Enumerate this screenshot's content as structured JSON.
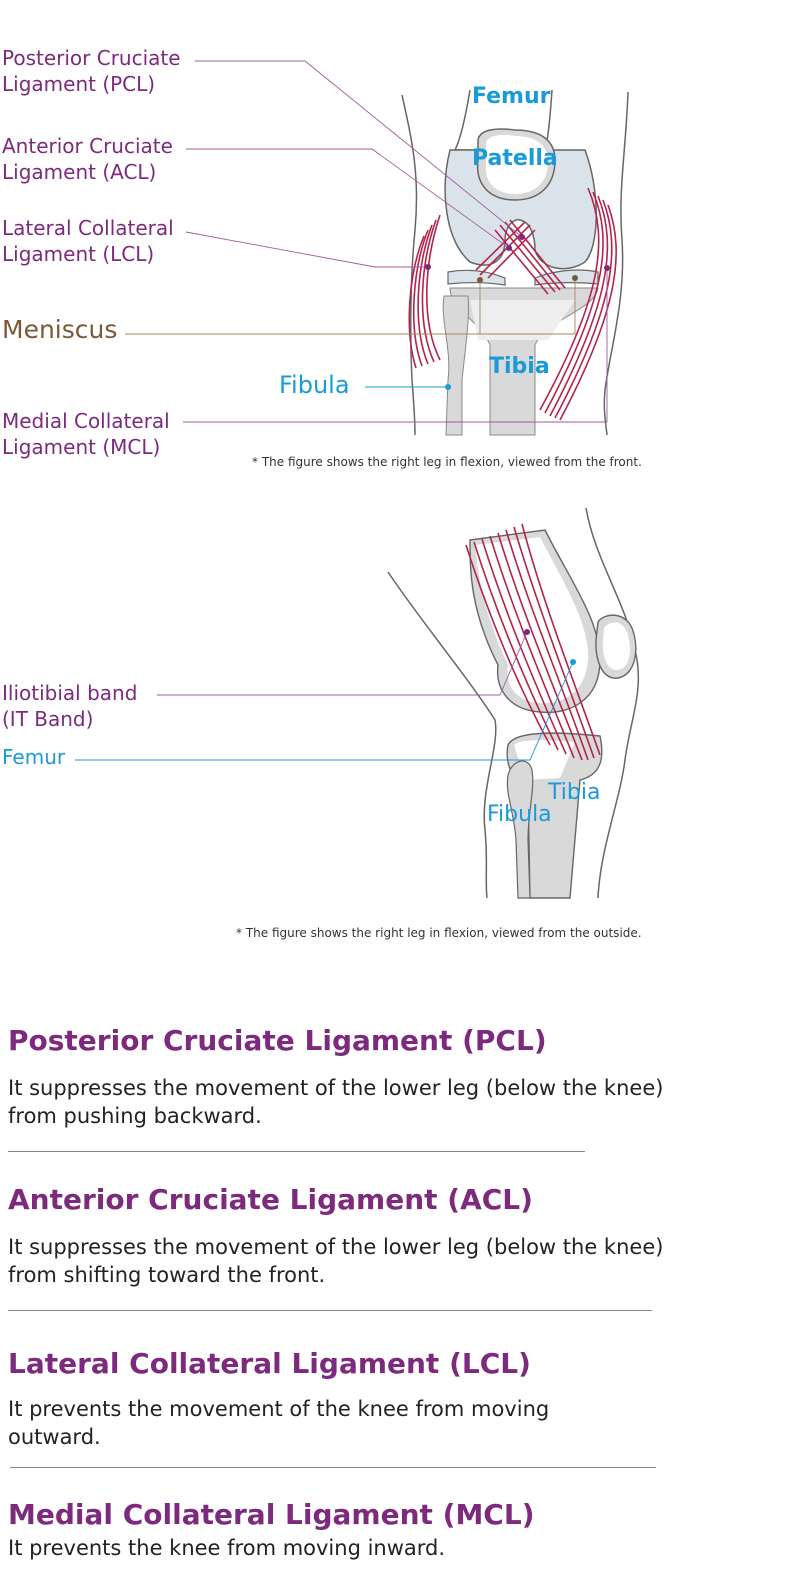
{
  "figure_front": {
    "labels": {
      "pcl_line1": "Posterior Cruciate",
      "pcl_line2": "Ligament (PCL)",
      "acl_line1": "Anterior Cruciate",
      "acl_line2": "Ligament (ACL)",
      "lcl_line1": "Lateral Collateral",
      "lcl_line2": "Ligament (LCL)",
      "meniscus": "Meniscus",
      "fibula": "Fibula",
      "mcl_line1": "Medial Collateral",
      "mcl_line2": "Ligament (MCL)",
      "femur": "Femur",
      "patella": "Patella",
      "tibia": "Tibia"
    },
    "caption": "* The figure shows the right leg in flexion, viewed from the front."
  },
  "figure_side": {
    "labels": {
      "itband_line1": "Iliotibial band",
      "itband_line2": "(IT Band)",
      "femur": "Femur",
      "tibia": "Tibia",
      "fibula": "Fibula"
    },
    "caption": "* The figure shows the right leg in flexion, viewed from the outside."
  },
  "sections": [
    {
      "title": "Posterior Cruciate Ligament (PCL)",
      "body": "It suppresses the movement of the lower leg (below the knee) from pushing backward."
    },
    {
      "title": "Anterior Cruciate Ligament (ACL)",
      "body": "It suppresses the movement of the lower leg (below the knee) from shifting toward the front."
    },
    {
      "title": "Lateral Collateral Ligament (LCL)",
      "body": "It prevents the movement of the knee from moving outward."
    },
    {
      "title": "Medial Collateral Ligament (MCL)",
      "body": "It prevents the knee from moving inward."
    }
  ],
  "colors": {
    "label_purple": "#7d2a7e",
    "label_blue": "#1a9ad6",
    "label_brown": "#7a5a36",
    "ligament_red": "#b5234b",
    "bone_gray": "#d9d9d9",
    "bone_blue": "#dbe3ea"
  }
}
